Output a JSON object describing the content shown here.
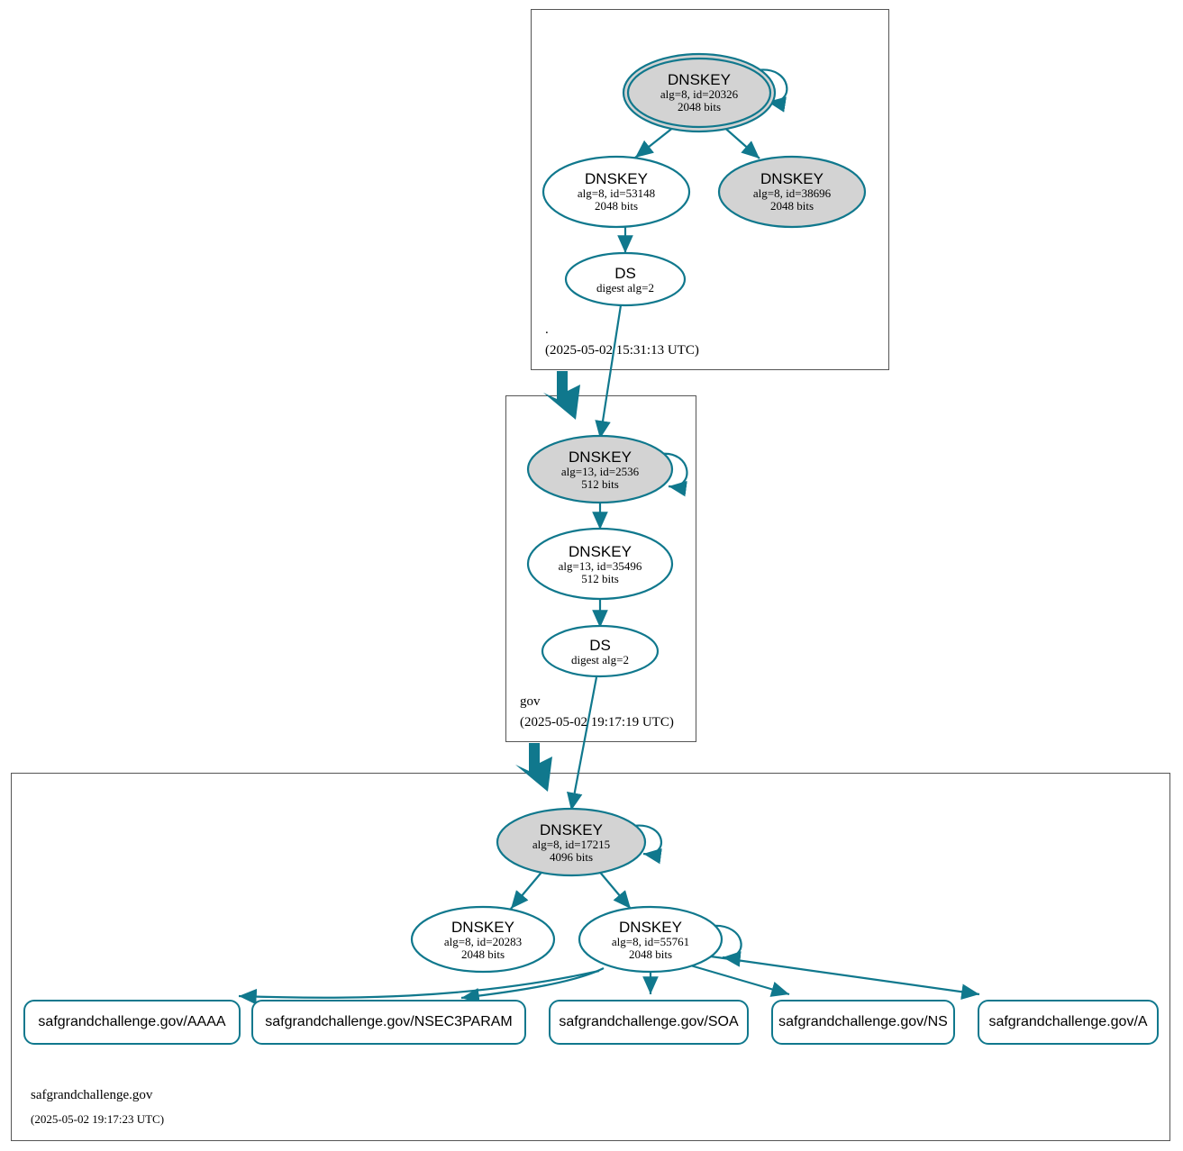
{
  "colors": {
    "edge": "#10788d",
    "secure_key_fill": "#d3d3d3",
    "node_fill": "#ffffff",
    "zone_border": "#555555",
    "text": "#000000"
  },
  "zones": [
    {
      "id": "root",
      "name": ".",
      "timestamp": "(2025-05-02 15:31:13 UTC)",
      "nodes": [
        {
          "id": "root-ksk-20326",
          "kind": "DNSKEY",
          "type_label": "DNSKEY",
          "detail": "alg=8, id=20326",
          "size": "2048 bits",
          "alg": 8,
          "key_id": 20326,
          "bits": 2048,
          "trust_anchor": true,
          "shaded": true,
          "self_signed": true
        },
        {
          "id": "root-zsk-53148",
          "kind": "DNSKEY",
          "type_label": "DNSKEY",
          "detail": "alg=8, id=53148",
          "size": "2048 bits",
          "alg": 8,
          "key_id": 53148,
          "bits": 2048,
          "trust_anchor": false,
          "shaded": false,
          "self_signed": false
        },
        {
          "id": "root-key-38696",
          "kind": "DNSKEY",
          "type_label": "DNSKEY",
          "detail": "alg=8, id=38696",
          "size": "2048 bits",
          "alg": 8,
          "key_id": 38696,
          "bits": 2048,
          "trust_anchor": false,
          "shaded": true,
          "self_signed": false
        },
        {
          "id": "root-ds",
          "kind": "DS",
          "type_label": "DS",
          "detail": "digest alg=2",
          "size": "",
          "shaded": false
        }
      ]
    },
    {
      "id": "gov",
      "name": "gov",
      "timestamp": "(2025-05-02 19:17:19 UTC)",
      "nodes": [
        {
          "id": "gov-ksk-2536",
          "kind": "DNSKEY",
          "type_label": "DNSKEY",
          "detail": "alg=13, id=2536",
          "size": "512 bits",
          "alg": 13,
          "key_id": 2536,
          "bits": 512,
          "trust_anchor": false,
          "shaded": true,
          "self_signed": true
        },
        {
          "id": "gov-zsk-35496",
          "kind": "DNSKEY",
          "type_label": "DNSKEY",
          "detail": "alg=13, id=35496",
          "size": "512 bits",
          "alg": 13,
          "key_id": 35496,
          "bits": 512,
          "trust_anchor": false,
          "shaded": false,
          "self_signed": false
        },
        {
          "id": "gov-ds",
          "kind": "DS",
          "type_label": "DS",
          "detail": "digest alg=2",
          "size": "",
          "shaded": false
        }
      ]
    },
    {
      "id": "safgrandchallenge",
      "name": "safgrandchallenge.gov",
      "timestamp": "(2025-05-02 19:17:23 UTC)",
      "nodes": [
        {
          "id": "sgc-ksk-17215",
          "kind": "DNSKEY",
          "type_label": "DNSKEY",
          "detail": "alg=8, id=17215",
          "size": "4096 bits",
          "alg": 8,
          "key_id": 17215,
          "bits": 4096,
          "trust_anchor": false,
          "shaded": true,
          "self_signed": true
        },
        {
          "id": "sgc-key-20283",
          "kind": "DNSKEY",
          "type_label": "DNSKEY",
          "detail": "alg=8, id=20283",
          "size": "2048 bits",
          "alg": 8,
          "key_id": 20283,
          "bits": 2048,
          "trust_anchor": false,
          "shaded": false,
          "self_signed": false
        },
        {
          "id": "sgc-zsk-55761",
          "kind": "DNSKEY",
          "type_label": "DNSKEY",
          "detail": "alg=8, id=55761",
          "size": "2048 bits",
          "alg": 8,
          "key_id": 55761,
          "bits": 2048,
          "trust_anchor": false,
          "shaded": false,
          "self_signed": true
        }
      ],
      "rrsets": [
        {
          "id": "rrset-aaaa",
          "label": "safgrandchallenge.gov/AAAA"
        },
        {
          "id": "rrset-nsec3param",
          "label": "safgrandchallenge.gov/NSEC3PARAM"
        },
        {
          "id": "rrset-soa",
          "label": "safgrandchallenge.gov/SOA"
        },
        {
          "id": "rrset-ns",
          "label": "safgrandchallenge.gov/NS"
        },
        {
          "id": "rrset-a",
          "label": "safgrandchallenge.gov/A"
        }
      ]
    }
  ]
}
